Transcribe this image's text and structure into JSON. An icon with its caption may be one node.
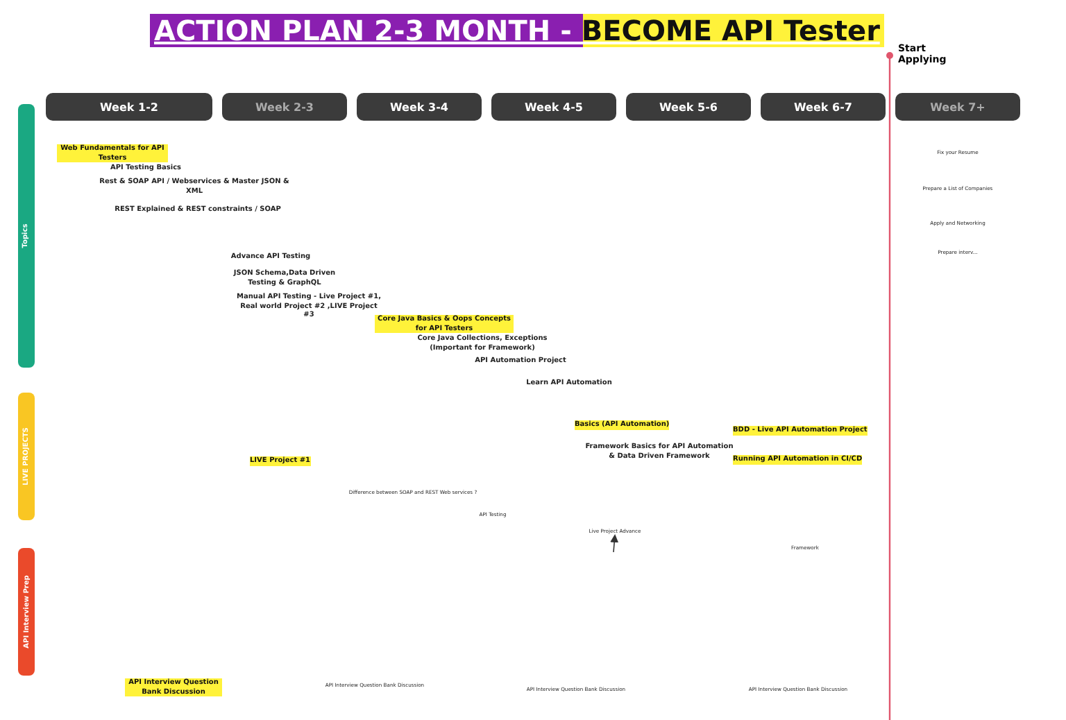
{
  "diagram": {
    "title": "ACTION PLAN 2-3 MONTH - BECOME API Tester",
    "nodes": [
      {
        "text": [
          "Week 1-2"
        ]
      },
      {
        "text": [
          "Week 2-3"
        ]
      },
      {
        "text": [
          "Week 3-4"
        ]
      },
      {
        "text": [
          "Week 4-5"
        ]
      },
      {
        "text": [
          "Week 5-6"
        ]
      },
      {
        "text": [
          "Week 6-7"
        ]
      },
      {
        "text": [
          "Week 7+"
        ]
      },
      {
        "text": [
          "Topics"
        ]
      },
      {
        "text": [
          "LIVE PROJECTS"
        ]
      },
      {
        "text": [
          "API Interview Prep"
        ]
      },
      {
        "text": [
          "Web Fundamentals for API Testers"
        ]
      },
      {
        "text": [
          "Core Java Basics & Oops Concepts for API Testers"
        ]
      },
      {
        "text": [
          "Basics (API Automation)"
        ]
      },
      {
        "text": [
          "BDD - Live API Automation Project"
        ]
      },
      {
        "text": [
          "Running API Automation in CI/CD"
        ]
      },
      {
        "text": [
          "LIVE Project #1"
        ]
      },
      {
        "text": [
          "API Interview Question Bank Discussion"
        ]
      },
      {
        "text": [
          "Live Project Advance"
        ]
      }
    ],
    "edges": [
      {
        "from": null,
        "to": 17,
        "arrow": "to"
      }
    ],
    "labels": [
      "Start Applying",
      "API Testing Basics",
      "Rest & SOAP API / Webservices & Master JSON & XML",
      "REST Explained & REST constraints / SOAP",
      "Advance API Testing",
      "JSON Schema,Data Driven Testing & GraphQL",
      "Manual API Testing - Live Project #1, Real world Project #2 ,LIVE Project #3",
      "Core Java Collections, Exceptions (Important for Framework)",
      "API Automation Project",
      "Learn API Automation",
      "Framework Basics for API Automation & Data Driven Framework",
      "Difference between SOAP and REST Web services ?",
      "API Testing",
      "Framework",
      "API Interview Question Bank Discussion",
      "API Interview Question Bank Discussion",
      "API Interview Question Bank Discussion",
      "Fix your Resume",
      "Prepare a List of Companies",
      "Apply and Networking",
      "Prepare interv..."
    ]
  }
}
